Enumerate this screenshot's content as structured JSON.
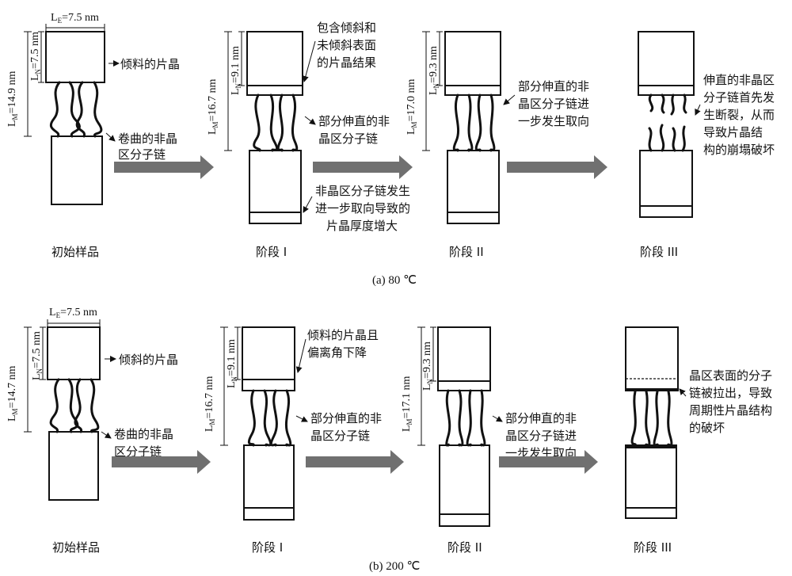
{
  "panel_a": {
    "caption": "(a) 80 ℃",
    "stages": [
      {
        "name": "初始样品",
        "LE": "=7.5 nm",
        "LM": "=14.9 nm",
        "LN": "=7.5 nm",
        "notes": [
          "倾料的片晶",
          "卷曲的非晶",
          "区分子链"
        ]
      },
      {
        "name": "阶段 I",
        "LM": "=16.7 nm",
        "LN": "=9.1 nm",
        "notes": [
          "包含倾斜和",
          "未倾斜表面",
          "的片晶结果",
          "部分伸直的非",
          "晶区分子链",
          "非晶区分子链发生",
          "进一步取向导致的",
          "片晶厚度增大"
        ]
      },
      {
        "name": "阶段 II",
        "LM": "=17.0 nm",
        "LN": "=9.3 nm",
        "notes": [
          "部分伸直的非",
          "晶区分子链进",
          "一步发生取向"
        ]
      },
      {
        "name": "阶段 III",
        "notes": [
          "伸直的非晶区",
          "分子链首先发",
          "生断裂，从而",
          "导致片晶结",
          "构的崩塌破坏"
        ]
      }
    ]
  },
  "panel_b": {
    "caption": "(b) 200 ℃",
    "stages": [
      {
        "name": "初始样品",
        "LE": "=7.5 nm",
        "LM": "=14.7 nm",
        "LN": "=7.5 nm",
        "notes": [
          "倾斜的片晶",
          "卷曲的非晶",
          "区分子链"
        ]
      },
      {
        "name": "阶段 I",
        "LM": "=16.7 nm",
        "LN": "=9.1 nm",
        "notes": [
          "倾料的片晶且",
          "偏离角下降",
          "部分伸直的非",
          "晶区分子链"
        ]
      },
      {
        "name": "阶段 II",
        "LM": "=17.1 nm",
        "LN": "=9.3 nm",
        "notes": [
          "部分伸直的非",
          "晶区分子链进",
          "一步发生取向"
        ]
      },
      {
        "name": "阶段 III",
        "notes": [
          "晶区表面的分子",
          "链被拉出，导致",
          "周期性片晶结构",
          "的破坏"
        ]
      }
    ]
  },
  "symbols": {
    "E": "L",
    "E_sub": "E",
    "M": "L",
    "M_sub": "M",
    "N": "L",
    "N_sub": "N"
  },
  "colors": {
    "arrow": "#707070",
    "ink": "#111111"
  }
}
